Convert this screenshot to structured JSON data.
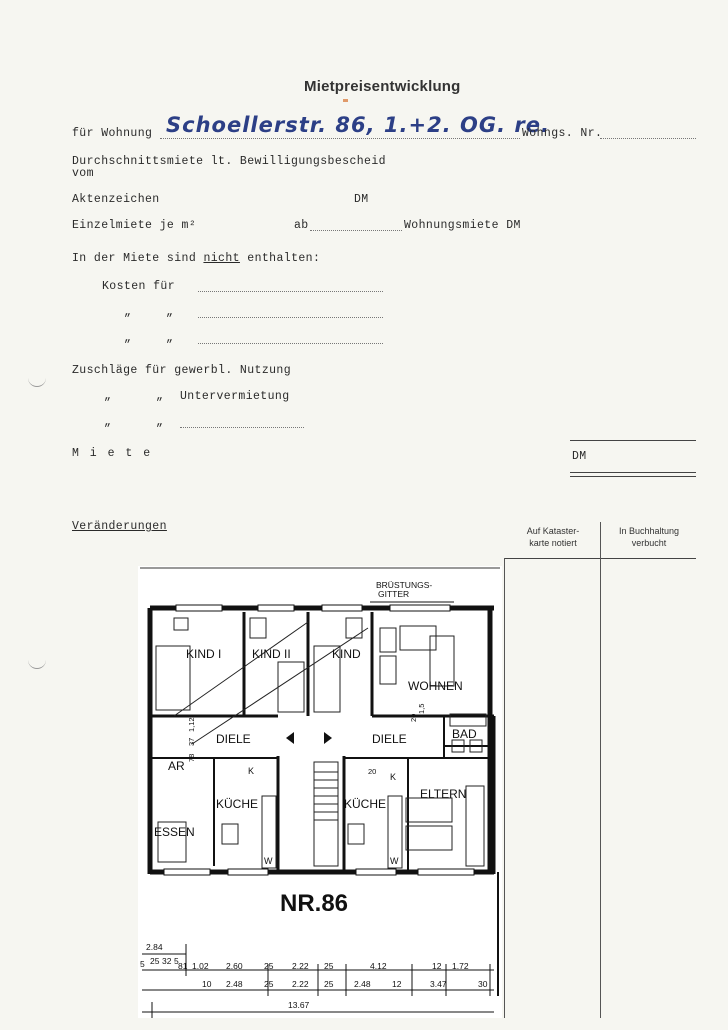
{
  "form": {
    "title": "Mietpreisentwicklung",
    "wohnung_label": "für Wohnung",
    "wohnung_value": "Schoellerstr. 86, 1.+2. OG. re.",
    "wohnungs_nr_label": "Wohngs. Nr.",
    "durchschnitt_label": "Durchschnittsmiete lt. Bewilligungsbescheid",
    "vom_label": "vom",
    "akten_label": "Aktenzeichen",
    "dm": "DM",
    "einzel_label": "Einzelmiete je m²",
    "ab_label": "ab",
    "wohnungsmiete_label": "Wohnungsmiete DM",
    "nicht_pre": "In der Miete sind",
    "nicht_word": "nicht",
    "nicht_post": "enthalten:",
    "kosten_label": "Kosten für",
    "ditto": "„",
    "zuschlag_label": "Zuschläge für gewerbl. Nutzung",
    "unter_label": "Untervermietung",
    "miete_label": "M i e t e",
    "veraenderungen": "Veränderungen",
    "col1": "Auf Kataster-\nkarte notiert",
    "col2": "In Buchhaltung\nverbucht"
  },
  "plan": {
    "gitter": "BRÜSTUNGS-\nGITTER",
    "rooms": {
      "kind1": "KIND I",
      "kind2": "KIND II",
      "kind3": "KIND",
      "wohnen": "WOHNEN",
      "diele_left": "DIELE",
      "diele_right": "DIELE",
      "bad": "BAD",
      "ar": "AR",
      "kueche_left": "KÜCHE",
      "kueche_right": "KÜCHE",
      "eltern": "ELTERN",
      "essen": "ESSEN",
      "k": "K",
      "w": "W"
    },
    "small_dims": [
      "78",
      "37",
      "1,12",
      "20",
      "1,5",
      "20"
    ],
    "number": "NR.86",
    "dim_top": "2.84",
    "dims_row1": [
      "5",
      "25",
      "32",
      "5",
      "81",
      "1.02",
      "2.60",
      "25",
      "2.22",
      "25",
      "4.12",
      "12",
      "1.72"
    ],
    "dims_row2": [
      "10",
      "2.48",
      "25",
      "2.22",
      "25",
      "2.48",
      "12",
      "3.47",
      "30"
    ],
    "dim_total": "13.67"
  }
}
